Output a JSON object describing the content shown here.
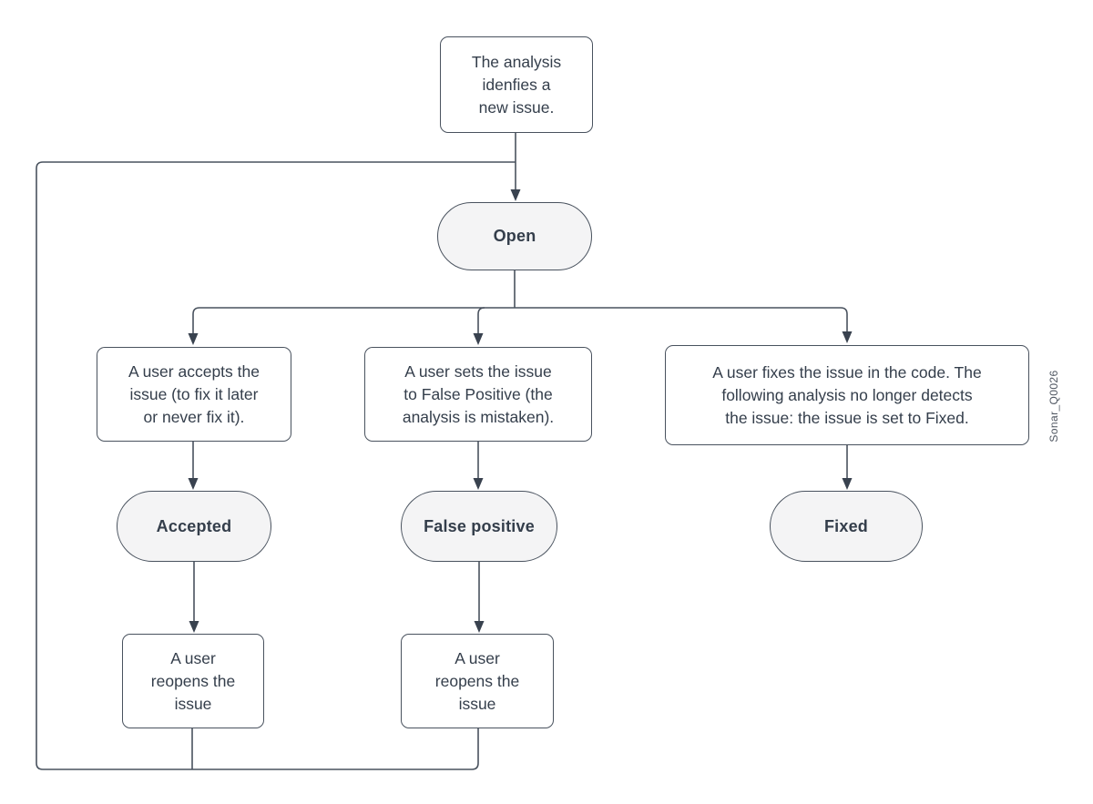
{
  "diagram": {
    "watermark_label": "Sonar_Q0026",
    "colors": {
      "background": "#ffffff",
      "stroke": "#49525e",
      "arrowhead": "#39424f",
      "text": "#343e4b",
      "state_fill": "#f4f4f5"
    },
    "nodes": {
      "analysis_event": "The analysis\nidenfies a\nnew issue.",
      "open_state": "Open",
      "accept_action": "A user accepts the\nissue (to fix it later\nor never fix it).",
      "false_positive_action": "A user sets the issue\nto False Positive (the\nanalysis is mistaken).",
      "fixed_action": "A user fixes the issue in the code. The\nfollowing analysis no longer detects\nthe issue: the issue is set to Fixed.",
      "accepted_state": "Accepted",
      "false_positive_state": "False positive",
      "fixed_state": "Fixed",
      "reopen_accepted_action": "A user\nreopens the\nissue",
      "reopen_false_positive_action": "A user\nreopens the\nissue"
    }
  }
}
